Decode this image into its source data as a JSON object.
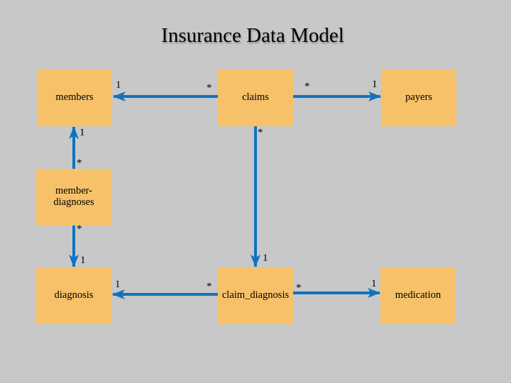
{
  "title": "Insurance Data Model",
  "colors": {
    "bg": "#c8c8c8",
    "entity": "#f6c169",
    "connector": "#1073be",
    "ink": "#000000"
  },
  "entities": [
    {
      "id": "members",
      "label": "members"
    },
    {
      "id": "claims",
      "label": "claims"
    },
    {
      "id": "payers",
      "label": "payers"
    },
    {
      "id": "member-diagnoses",
      "label": "member-diagnoses"
    },
    {
      "id": "diagnosis",
      "label": "diagnosis"
    },
    {
      "id": "claim_diagnosis",
      "label": "claim_diagnosis"
    },
    {
      "id": "medication",
      "label": "medication"
    }
  ],
  "relationships": [
    {
      "from": "claims",
      "to": "members",
      "from_card": "*",
      "to_card": "1"
    },
    {
      "from": "claims",
      "to": "payers",
      "from_card": "*",
      "to_card": "1"
    },
    {
      "from": "member-diagnoses",
      "to": "members",
      "from_card": "*",
      "to_card": "1"
    },
    {
      "from": "member-diagnoses",
      "to": "diagnosis",
      "from_card": "*",
      "to_card": "1"
    },
    {
      "from": "claims",
      "to": "claim_diagnosis",
      "from_card": "*",
      "to_card": "1"
    },
    {
      "from": "claim_diagnosis",
      "to": "diagnosis",
      "from_card": "*",
      "to_card": "1"
    },
    {
      "from": "claim_diagnosis",
      "to": "medication",
      "from_card": "*",
      "to_card": "1"
    }
  ]
}
